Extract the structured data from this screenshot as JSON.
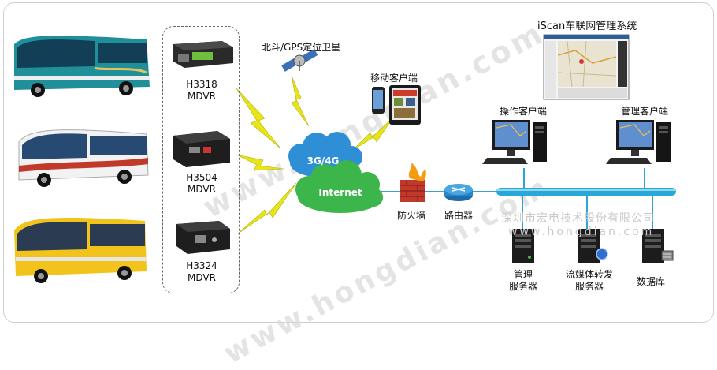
{
  "satellite": {
    "label": "北斗/GPS定位卫星"
  },
  "mobile_client": {
    "label": "移动客户端"
  },
  "platform": {
    "title": "iScan车联网管理系统"
  },
  "network": {
    "cloud_3g4g": "3G/4G",
    "cloud_internet": "Internet"
  },
  "devices": [
    {
      "model": "H3318",
      "type": "MDVR"
    },
    {
      "model": "H3504",
      "type": "MDVR"
    },
    {
      "model": "H3324",
      "type": "MDVR"
    }
  ],
  "firewall": {
    "label": "防火墙"
  },
  "router": {
    "label": "路由器"
  },
  "clients": {
    "operation": "操作客户端",
    "management": "管理客户端"
  },
  "servers": {
    "management": "管理\n服务器",
    "streaming": "流媒体转发\n服务器",
    "database": "数据库"
  },
  "watermark": {
    "company": "深圳市宏电技术股份有限公司",
    "url": "www.hongdian.com",
    "large": "www.hongdian.com"
  },
  "colors": {
    "lightning": "#e8e41a",
    "cloud_green": "#3cb64a",
    "cloud_blue": "#2f8fd6",
    "lan_bar": "#29a7d9",
    "bus_teal": "#1f8f9a",
    "bus_yellow": "#f2c31b"
  }
}
